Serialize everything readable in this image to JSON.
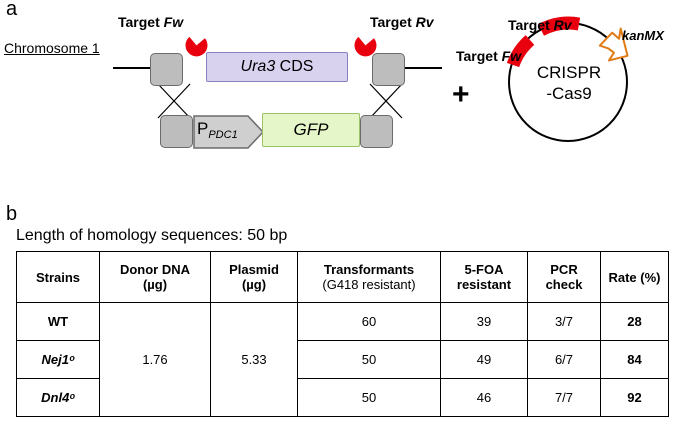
{
  "panel_a": {
    "letter": "a",
    "chromosome_label": "Chromosome 1",
    "target_fw": "Target",
    "target_fw_suffix": "Fw",
    "target_rv": "Target",
    "target_rv_suffix": "Rv",
    "ura3_italic": "Ura3",
    "ura3_rest": " CDS",
    "promoter_p": "P",
    "promoter_sub": "PDC1",
    "gfp": "GFP",
    "plus": "+",
    "plasmid_line1": "CRISPR",
    "plasmid_line2": "-Cas9",
    "plasmid_target_rv": "Target",
    "plasmid_target_rv_suffix": "Rv",
    "plasmid_target_fw": "Target",
    "plasmid_target_fw_suffix": "Fw",
    "kanmx": "kanMX",
    "colors": {
      "target_red": "#e8000e",
      "kanmx_orange": "#e07b14",
      "ura_fill": "#d9d2ef",
      "gfp_fill": "#e5f7c9",
      "box_gray": "#bdbdbd"
    }
  },
  "panel_b": {
    "letter": "b",
    "caption": "Length of homology sequences: 50 bp",
    "headers": {
      "strains": "Strains",
      "donor_1": "Donor DNA",
      "donor_2": "(µg)",
      "plasmid_1": "Plasmid",
      "plasmid_2": "(µg)",
      "transformants_1": "Transformants",
      "transformants_2": "(G418 resistant)",
      "foa_1": "5-FOA",
      "foa_2": "resistant",
      "pcr_1": "PCR",
      "pcr_2": "check",
      "rate": "Rate (%)"
    },
    "donor_dna": "1.76",
    "plasmid": "5.33",
    "rows": [
      {
        "strain": "WT",
        "transformants": "60",
        "foa": "39",
        "pcr": "3/7",
        "rate": "28"
      },
      {
        "strain": "Nej1ᵒ",
        "transformants": "50",
        "foa": "49",
        "pcr": "6/7",
        "rate": "84"
      },
      {
        "strain": "Dnl4ᵒ",
        "transformants": "50",
        "foa": "46",
        "pcr": "7/7",
        "rate": "92"
      }
    ]
  }
}
